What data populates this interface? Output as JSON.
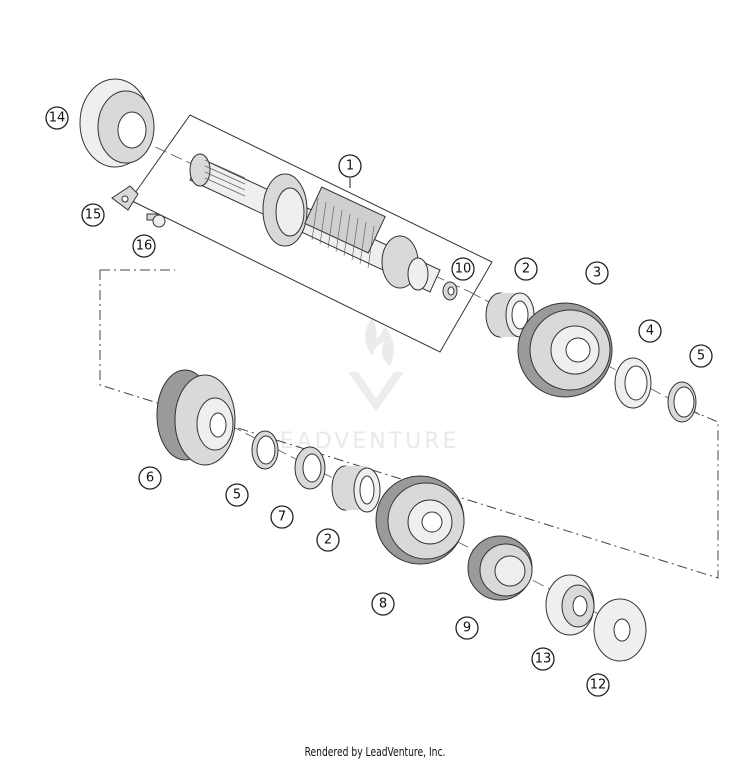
{
  "diagram": {
    "watermark": "LEADVENTURE",
    "callouts": [
      "1",
      "2",
      "3",
      "4",
      "5",
      "6",
      "5",
      "7",
      "2",
      "8",
      "9",
      "10",
      "12",
      "13",
      "14",
      "15",
      "16"
    ]
  },
  "footer": {
    "text": "Rendered by LeadVenture, Inc."
  }
}
